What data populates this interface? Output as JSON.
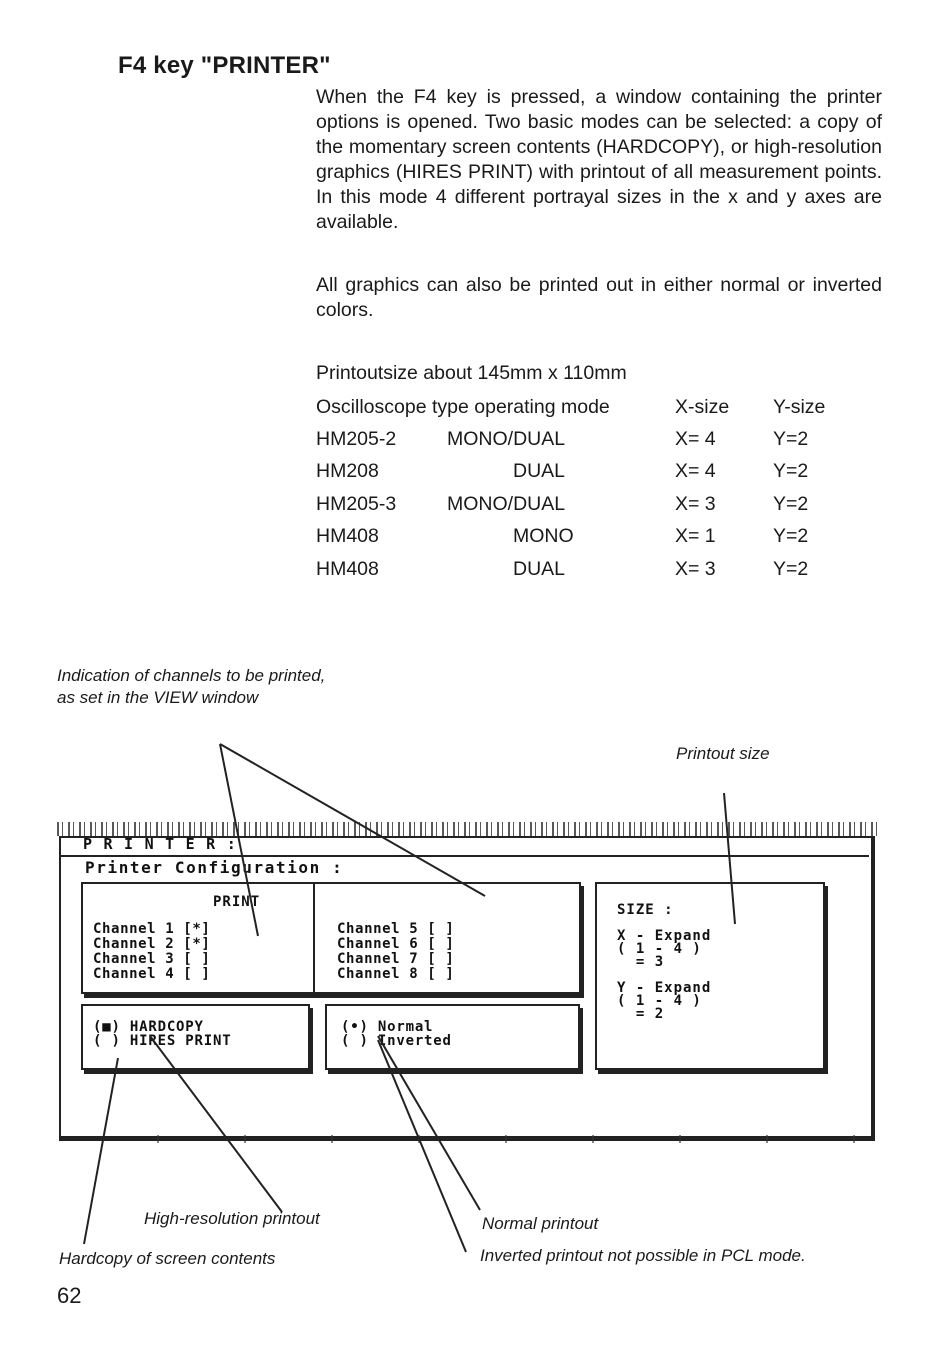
{
  "heading": "F4 key \"PRINTER\"",
  "paragraphs": [
    "When the F4 key is pressed, a window containing the printer options is opened. Two basic modes can be selected: a copy of the momentary screen contents (HARDCOPY), or high-resolution graphics (HIRES PRINT) with printout of all measurement points. In this mode 4 different portrayal sizes in the x and y axes are available.",
    "All graphics can also be printed out in either normal or inverted colors.",
    "Printoutsize about 145mm x 110mm"
  ],
  "table": {
    "headers": [
      "Oscilloscope type",
      "operating mode",
      "X-size",
      "Y-size"
    ],
    "rows": [
      [
        "HM205-2",
        "MONO/DUAL",
        "X= 4",
        "Y=2"
      ],
      [
        "HM208",
        "DUAL",
        "X= 4",
        "Y=2"
      ],
      [
        "HM205-3",
        "MONO/DUAL",
        "X= 3",
        "Y=2"
      ],
      [
        "HM408",
        "MONO",
        "X= 1",
        "Y=2"
      ],
      [
        "HM408",
        "DUAL",
        "X= 3",
        "Y=2"
      ]
    ]
  },
  "captions": {
    "channels_indication": "Indication of channels to be printed,\nas set in the VIEW window",
    "printout_size": "Printout size",
    "high_resolution": "High-resolution printout",
    "normal_printout": "Normal printout",
    "hardcopy": "Hardcopy of screen contents",
    "inverted": "Inverted printout not possible in PCL mode."
  },
  "screen": {
    "window_title": "PRINTER:",
    "config_title": "Printer Configuration :",
    "print_heading": "PRINT",
    "channels_left": "Channel 1 [*]\nChannel 2 [*]\nChannel 3 [ ]\nChannel 4 [ ]",
    "channels_right": "Channel 5 [ ]\nChannel 6 [ ]\nChannel 7 [ ]\nChannel 8 [ ]",
    "mode_options": "(■) HARDCOPY\n( ) HIRES PRINT",
    "color_options": "(•) Normal\n( ) Inverted",
    "size_block": "SIZE :\n\nX - Expand\n( 1 - 4 )\n  = 3\n\nY - Expand\n( 1 - 4 )\n  = 2"
  },
  "page_number": "62"
}
